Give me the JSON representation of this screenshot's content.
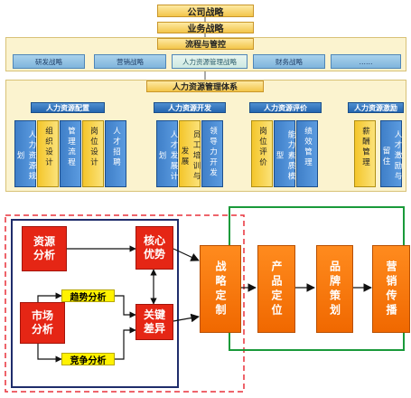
{
  "org_chart": {
    "company_strategy": "公司战略",
    "business_strategy": "业务战略",
    "process_control": "流程与管控",
    "functional_strategies": [
      "研发战略",
      "营销战略",
      "人力资源管理战略",
      "财务战略",
      "……"
    ],
    "hr_system": "人力资源管理体系",
    "sections": [
      {
        "title": "人力资源配置",
        "items": [
          {
            "label": "人力资源规划",
            "color": "blue"
          },
          {
            "label": "组织设计",
            "color": "yellow"
          },
          {
            "label": "管理流程",
            "color": "blue"
          },
          {
            "label": "岗位设计",
            "color": "yellow"
          },
          {
            "label": "人才招聘",
            "color": "blue"
          }
        ]
      },
      {
        "title": "人力资源开发",
        "items": [
          {
            "label": "人才发展计划",
            "color": "blue"
          },
          {
            "label": "员工培训与发展",
            "color": "yellow"
          },
          {
            "label": "领导力开发",
            "color": "blue"
          }
        ]
      },
      {
        "title": "人力资源评价",
        "items": [
          {
            "label": "岗位评价",
            "color": "yellow"
          },
          {
            "label": "能力素质模型",
            "color": "blue"
          },
          {
            "label": "绩效管理",
            "color": "blue"
          }
        ]
      },
      {
        "title": "人力资源激励",
        "items": [
          {
            "label": "薪酬管理",
            "color": "yellow"
          },
          {
            "label": "人才激励与留住",
            "color": "blue"
          }
        ]
      }
    ]
  },
  "flow": {
    "resource_analysis": "资源分析",
    "core_advantage": "核心优势",
    "trend_analysis": "趋势分析",
    "market_analysis": "市场分析",
    "key_difference": "关键差异",
    "competition_analysis": "竞争分析",
    "steps": [
      "战略定制",
      "产品定位",
      "品牌策划",
      "营销传播"
    ]
  },
  "colors": {
    "red_box": "#e52615",
    "orange_box": "#f06800",
    "yellow_label": "#fff200",
    "dashed_border": "#e8303a",
    "navy_border": "#1f2d6b",
    "green_loop": "#1a9a3a",
    "hr_header": "#2466b0"
  }
}
